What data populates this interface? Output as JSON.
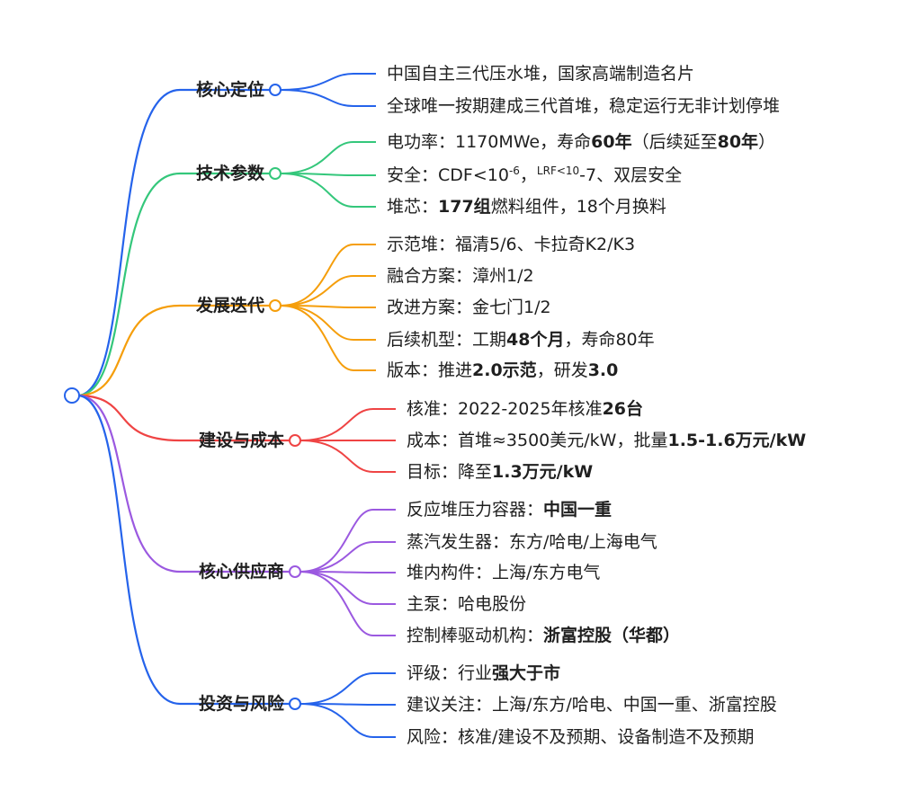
{
  "colors": {
    "blue": "#2563eb",
    "green": "#34c77b",
    "orange": "#f59e0b",
    "red": "#ef4444",
    "purple": "#9b59e0"
  },
  "branches": [
    {
      "label": "核心定位",
      "color": "blue",
      "leaves": [
        [
          {
            "t": "中国自主三代压水堆，国家高端制造名片"
          }
        ],
        [
          {
            "t": "全球唯一按期建成三代首堆，稳定运行无非计划停堆"
          }
        ]
      ]
    },
    {
      "label": "技术参数",
      "color": "green",
      "leaves": [
        [
          {
            "t": "电功率：1170MWe，寿命"
          },
          {
            "t": "60年",
            "b": true
          },
          {
            "t": "（后续延至"
          },
          {
            "t": "80年",
            "b": true
          },
          {
            "t": "）"
          }
        ],
        [
          {
            "t": "安全：CDF<10"
          },
          {
            "t": "-6",
            "sup": true
          },
          {
            "t": "，"
          },
          {
            "t": "LRF<10",
            "sup": true
          },
          {
            "t": "-7、双层安全"
          }
        ],
        [
          {
            "t": "堆芯："
          },
          {
            "t": "177组",
            "b": true
          },
          {
            "t": "燃料组件，18个月换料"
          }
        ]
      ]
    },
    {
      "label": "发展迭代",
      "color": "orange",
      "leaves": [
        [
          {
            "t": "示范堆：福清5/6、卡拉奇K2/K3"
          }
        ],
        [
          {
            "t": "融合方案：漳州1/2"
          }
        ],
        [
          {
            "t": "改进方案：金七门1/2"
          }
        ],
        [
          {
            "t": "后续机型：工期"
          },
          {
            "t": "48个月",
            "b": true
          },
          {
            "t": "，寿命80年"
          }
        ],
        [
          {
            "t": "版本：推进"
          },
          {
            "t": "2.0示范",
            "b": true
          },
          {
            "t": "，研发"
          },
          {
            "t": "3.0",
            "b": true
          }
        ]
      ]
    },
    {
      "label": "建设与成本",
      "color": "red",
      "leaves": [
        [
          {
            "t": "核准：2022-2025年核准"
          },
          {
            "t": "26台",
            "b": true
          }
        ],
        [
          {
            "t": "成本：首堆≈3500美元/kW，批量"
          },
          {
            "t": "1.5-1.6万元/kW",
            "b": true
          }
        ],
        [
          {
            "t": "目标：降至"
          },
          {
            "t": "1.3万元/kW",
            "b": true
          }
        ]
      ]
    },
    {
      "label": "核心供应商",
      "color": "purple",
      "leaves": [
        [
          {
            "t": "反应堆压力容器："
          },
          {
            "t": "中国一重",
            "b": true
          }
        ],
        [
          {
            "t": "蒸汽发生器：东方/哈电/上海电气"
          }
        ],
        [
          {
            "t": "堆内构件：上海/东方电气"
          }
        ],
        [
          {
            "t": "主泵：哈电股份"
          }
        ],
        [
          {
            "t": "控制棒驱动机构："
          },
          {
            "t": "浙富控股（华都）",
            "b": true
          }
        ]
      ]
    },
    {
      "label": "投资与风险",
      "color": "blue",
      "leaves": [
        [
          {
            "t": "评级：行业"
          },
          {
            "t": "强大于市",
            "b": true
          }
        ],
        [
          {
            "t": "建议关注：上海/东方/哈电、中国一重、浙富控股"
          }
        ],
        [
          {
            "t": "风险：核准/建设不及预期、设备制造不及预期"
          }
        ]
      ]
    }
  ]
}
